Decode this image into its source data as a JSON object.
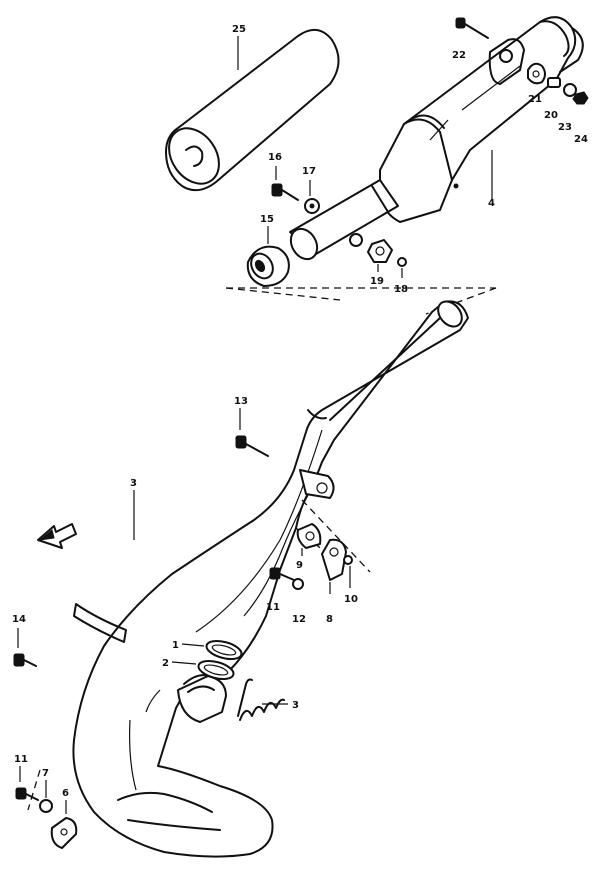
{
  "callouts": {
    "c1": "1",
    "c2": "2",
    "c3a": "3",
    "c3b": "3",
    "c4": "4",
    "c6": "6",
    "c7": "7",
    "c8": "8",
    "c9": "9",
    "c10": "10",
    "c11a": "11",
    "c11b": "11",
    "c12": "12",
    "c13": "13",
    "c14": "14",
    "c15": "15",
    "c16": "16",
    "c17": "17",
    "c18": "18",
    "c19": "19",
    "c20": "20",
    "c21": "21",
    "c22": "22",
    "c23": "23",
    "c24": "24",
    "c25": "25"
  },
  "icons": {
    "front_direction": "arrow-icon"
  }
}
